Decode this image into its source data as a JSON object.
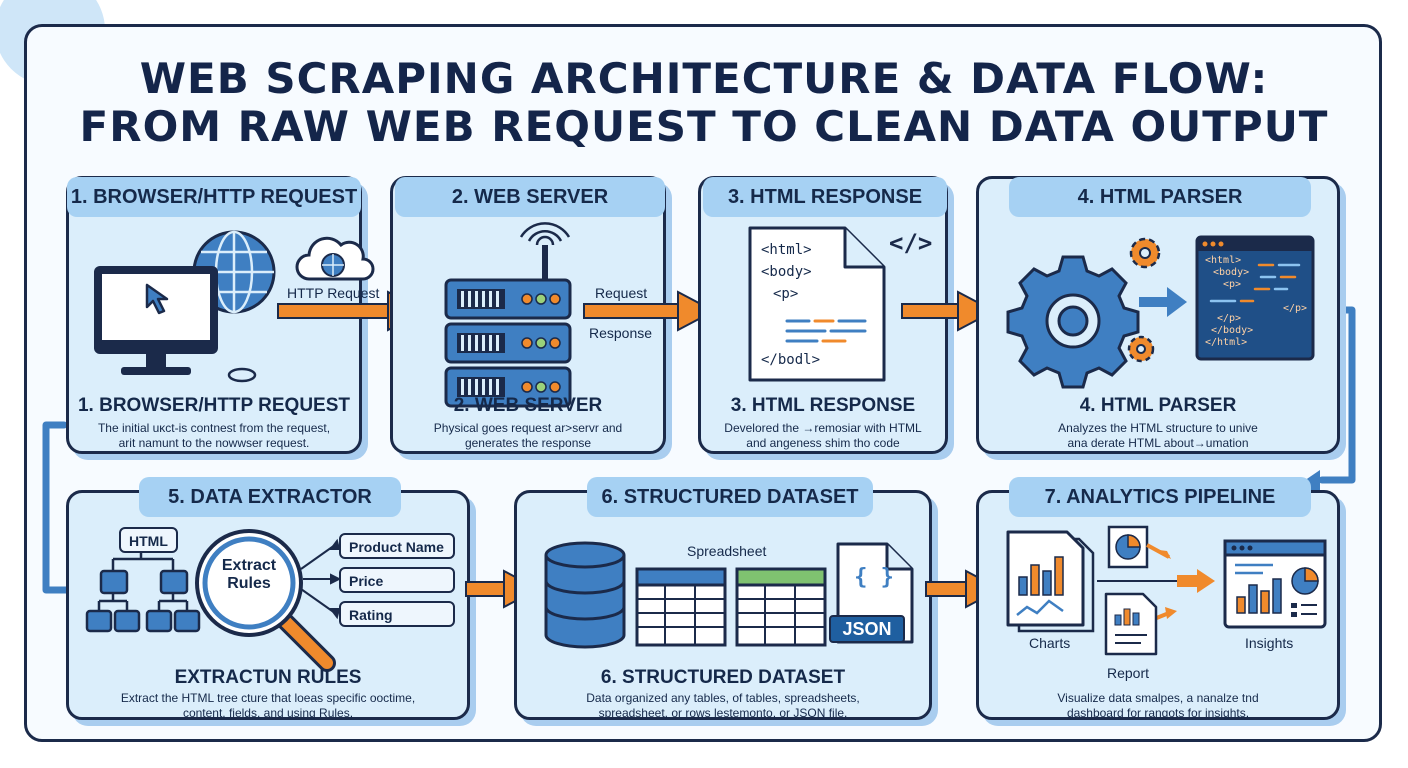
{
  "title": {
    "line1": "WEB SCRAPING ARCHITECTURE & DATA FLOW:",
    "line2": "FROM RAW WEB REQUEST TO CLEAN DATA OUTPUT"
  },
  "steps": [
    {
      "tab": "1. BROWSER/HTTP REQUEST",
      "caption": "1. BROWSER/HTTP REQUEST",
      "desc": [
        "The initial uĸсt-is contnest from the request,",
        "arit namunt to the nowwser request."
      ],
      "labels": [
        "HTTP Request"
      ]
    },
    {
      "tab": "2. WEB SERVER",
      "caption": "2. WEB SERVER",
      "desc": [
        "Physical goes request ar>servr and",
        "generates the response"
      ],
      "labels": [
        "Request",
        "Response"
      ]
    },
    {
      "tab": "3. HTML RESPONSE",
      "caption": "3. HTML RESPONSE",
      "desc": [
        "Develored the →remosiar with HTML",
        "and angeness shim tho code"
      ],
      "code": [
        "<html>",
        "<body>",
        "<p>",
        "</bodl>"
      ],
      "tag_icon": "</>"
    },
    {
      "tab": "4. HTML PARSER",
      "caption": "4. HTML PARSER",
      "desc": [
        "Analyzes the HTML structure to unive",
        "ana derate HTML about→umation"
      ],
      "code": [
        "<html>",
        "<body>",
        "<p>",
        "</p>",
        "</p>",
        "</body>",
        "</html>"
      ]
    },
    {
      "tab": "5. DATA EXTRACTOR",
      "caption": "EXTRACTUN RULES",
      "desc": [
        "Extract the HTML tree cture that loeas specific ooctime,",
        "content, fields, and using Rules."
      ],
      "tree_root": "HTML",
      "lens_text": [
        "Extract",
        "Rules"
      ],
      "fields": [
        "Product Name",
        "Price",
        "Rating"
      ]
    },
    {
      "tab": "6. STRUCTURED DATASET",
      "caption": "6. STRUCTURED DATASET",
      "desc": [
        "Data organized any tables, of tables, spreadsheets,",
        "spreadsheet, or rows lestemonto, or JSON file."
      ],
      "labels": [
        "Spreadsheet"
      ],
      "json_label": "JSON",
      "json_icon": "{ }"
    },
    {
      "tab": "7. ANALYTICS PIPELINE",
      "caption": "",
      "desc": [
        "Visualize data smalpes, a nanalze tnd",
        "dashboard for rangots for insights."
      ],
      "labels": [
        "Charts",
        "Report",
        "Insights"
      ]
    }
  ],
  "icons": [
    "monitor-icon",
    "cursor-icon",
    "globe-icon",
    "cloud-globe-icon",
    "server-icon",
    "antenna-icon",
    "document-icon",
    "code-tag-icon",
    "gear-icon",
    "code-window-icon",
    "tree-icon",
    "magnifier-icon",
    "database-icon",
    "table-icon",
    "json-file-icon",
    "chart-doc-icon",
    "pie-icon",
    "report-icon",
    "dashboard-icon"
  ],
  "colors": {
    "accent": "#f08a2c",
    "blue": "#3f7fc2",
    "navy": "#1b2a4a",
    "panel": "#dbeefb",
    "tab": "#a6d1f3"
  }
}
